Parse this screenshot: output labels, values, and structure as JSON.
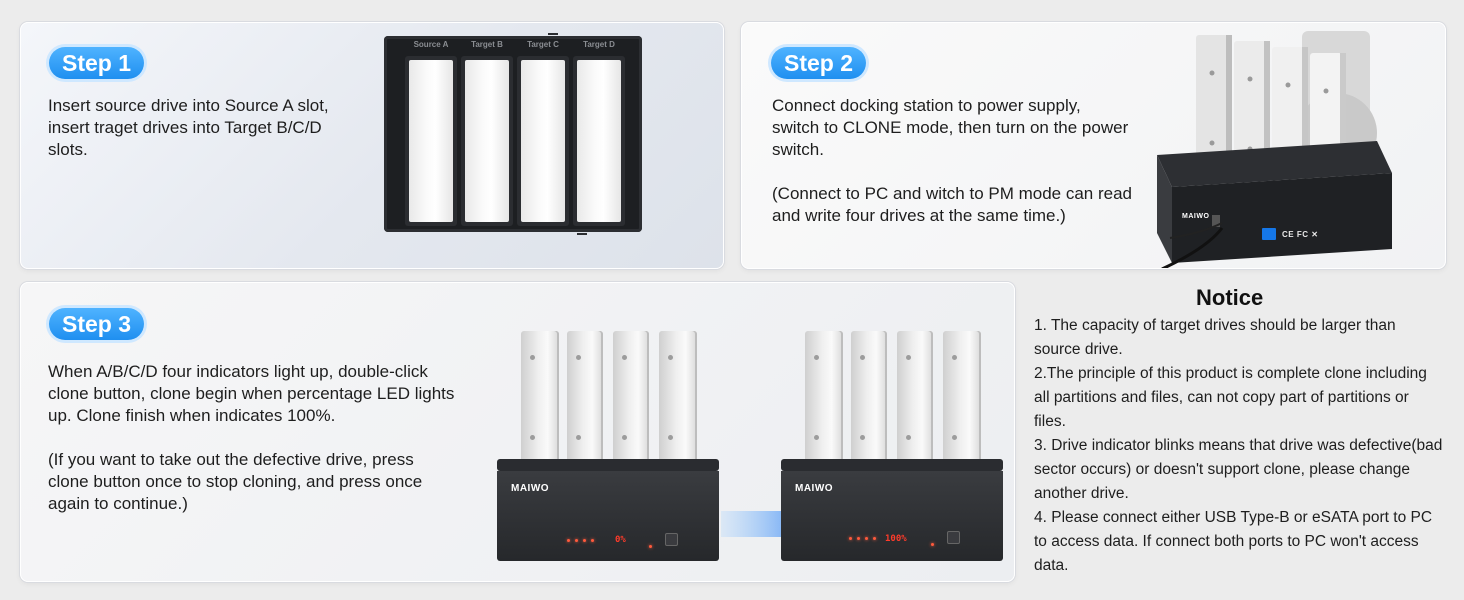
{
  "step1": {
    "badge": "Step 1",
    "text": "Insert source drive into Source A slot, insert traget drives into Target B/C/D slots.",
    "slots": [
      "Source A",
      "Target B",
      "Target C",
      "Target D"
    ]
  },
  "step2": {
    "badge": "Step 2",
    "text": "Connect docking station to power supply, switch to CLONE mode, then turn on the power switch.",
    "note": "(Connect to PC and witch to PM mode can read and write four drives at the same time.)",
    "device_brand": "MAIWO",
    "device_marks": "CE FC ✕"
  },
  "step3": {
    "badge": "Step 3",
    "text": "When A/B/C/D four indicators light up, double-click clone button, clone begin when percentage LED lights up. Clone finish when indicates 100%.",
    "note": "(If you want to take out the defective drive, press clone button once to stop cloning, and press once again to continue.)",
    "device_brand": "MAIWO",
    "progress_start": "0%",
    "progress_end": "100%"
  },
  "notice": {
    "title": "Notice",
    "items": [
      "1. The capacity of target drives should be larger than source drive.",
      "2.The principle of this product is complete clone including all partitions and files, can not copy part of partitions or files.",
      "3. Drive indicator blinks means that drive was defective(bad sector occurs) or doesn't support clone, please change another drive.",
      "4. Please connect either USB Type-B or eSATA port to PC to access data. If connect both ports to PC won't access data."
    ]
  },
  "colors": {
    "badge_blue": "#1f8ff0",
    "arrow_blue": "#2d7df0",
    "led_red": "#ff3b2a"
  }
}
